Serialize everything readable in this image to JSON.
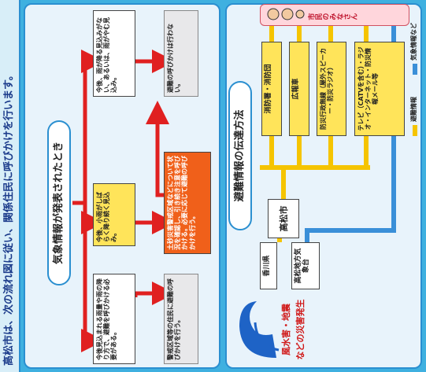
{
  "header": {
    "title": "高松市は、次の流れ図に従い、関係住民に呼びかけを行います。"
  },
  "upper": {
    "pill": "気象情報が発表されたとき",
    "boxes": {
      "left_gray": "避難の呼びかけは行わない。",
      "left_white": "今後、雨が降る見込みがない、あるいは、雨がやむ見込み。",
      "mid_yellow": "今後、小雨がしばらく降り続く見込み。",
      "center_orange": "土砂災害警戒区域などについて状況を確認し、引き続き注意を呼びかける。必要に応じて避難の呼びかけを行う。",
      "right_white": "今後見込まれる雨量や雨の降り方で、避難を呼びかける必要がある。",
      "right_gray": "警戒区域等の住民に避難の呼びかけを行う。"
    }
  },
  "lower": {
    "pill": "避難情報の伝達方法",
    "logo": {
      "line1": "風水害・地震",
      "line2": "などの災害発生"
    },
    "left": {
      "kagawa": "香川県",
      "meteo": "高松地方気象台"
    },
    "city": "高松市",
    "channels": [
      "消防署・消防団",
      "広報車",
      "防災行政無線（屋外スピーカー・防災ラジオ）",
      "テレビ（CATVを含む）・ラジオ・インターネット・防災情報メール等"
    ],
    "citizens_label": "市民のみなさん",
    "legend": {
      "evac": "避難情報",
      "weather": "気象情報など"
    }
  },
  "colors": {
    "background": "#3fb0e0",
    "red_arrow": "#e02020",
    "yellow_arrow": "#f5c400",
    "blue_arrow": "#3a8fd8",
    "orange_box": "#f0601a",
    "yellow_box": "#ffe45a"
  }
}
